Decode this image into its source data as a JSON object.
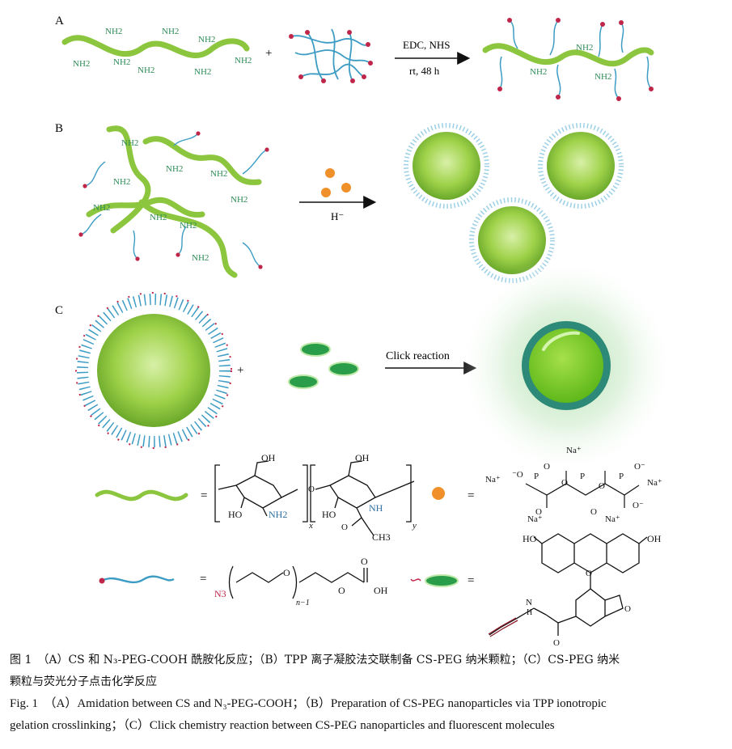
{
  "panels": {
    "a": {
      "label": "A",
      "reagents": "EDC, NHS",
      "conditions": "rt, 48 h",
      "plus": "+",
      "amine": "NH2"
    },
    "b": {
      "label": "B",
      "arrow_label": "H⁻",
      "amine": "NH2"
    },
    "c": {
      "label": "C",
      "plus": "+",
      "arrow_label": "Click reaction"
    }
  },
  "legend": {
    "equals": "=",
    "cs_subscript_x": "x",
    "cs_subscript_y": "y",
    "oh": "OH",
    "ho": "HO",
    "nh2": "NH2",
    "nh": "NH",
    "ch3": "CH3",
    "tpp_na": "Na⁺",
    "peg_n3": "N3",
    "peg_n": "n−1",
    "peg_oh": "OH",
    "fluor_nh": "N",
    "fluor_h": "H",
    "fluor_o": "O"
  },
  "caption": {
    "cn_line1": "图 1　（A）CS 和 N₃-PEG-COOH 酰胺化反应；（B）TPP 离子凝胶法交联制备 CS-PEG 纳米颗粒；（C）CS-PEG 纳米",
    "cn_line2": "颗粒与荧光分子点击化学反应",
    "en_line1": "Fig. 1　（A）Amidation between CS and N₃-PEG-COOH；（B）Preparation of CS-PEG nanoparticles via TPP ionotropic",
    "en_line2": "gelation crosslinking；（C）Click chemistry reaction between CS-PEG nanoparticles and fluorescent molecules"
  },
  "colors": {
    "chitosan": "#8cc63f",
    "peg": "#3d9cc4",
    "tip": "#c0264a",
    "amine_text": "#2e8b57",
    "tpp": "#f0902a",
    "fluor": "#2a9d4a",
    "glow": "#c8e8c8"
  }
}
